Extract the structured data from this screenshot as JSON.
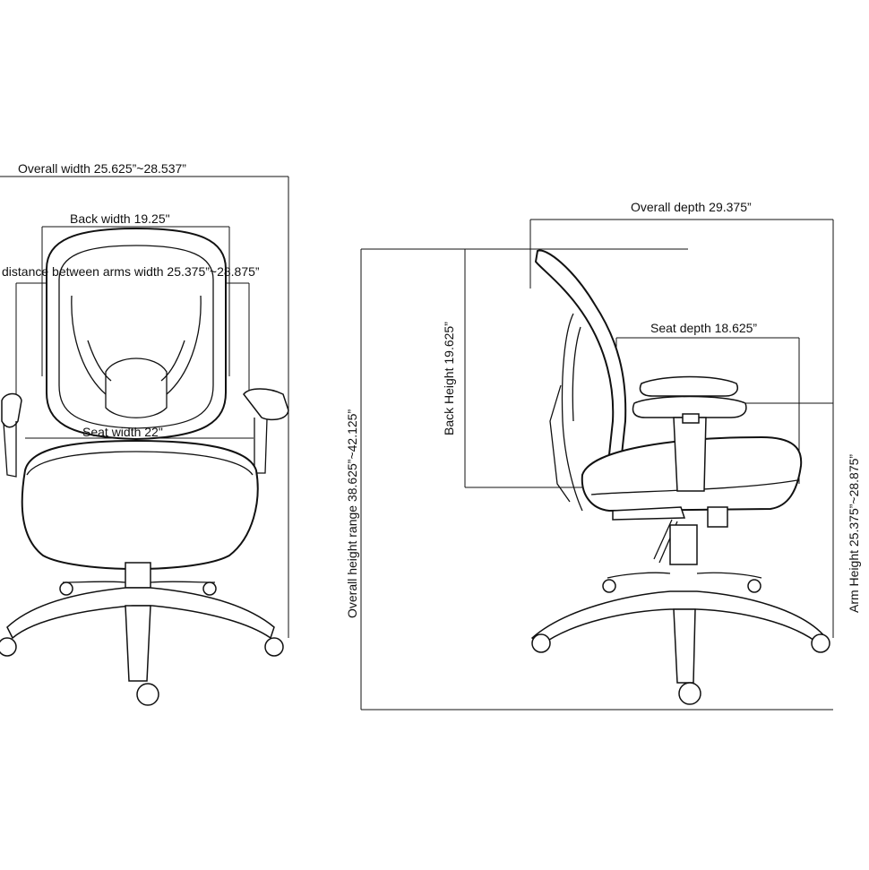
{
  "front_view": {
    "overall_width": "Overall width 25.625”~28.537”",
    "back_width": "Back width 19.25\"",
    "arms_distance": "distance between arms width 25.375”~28.875”",
    "seat_width": "Seat width 22\""
  },
  "side_view": {
    "overall_depth": "Overall depth 29.375”",
    "seat_depth": "Seat depth 18.625”",
    "back_height": "Back Height 19.625”",
    "overall_height_range": "Overall height range 38.625”~42.125”",
    "arm_height": "Arm Height 25.375”~28.875”"
  }
}
